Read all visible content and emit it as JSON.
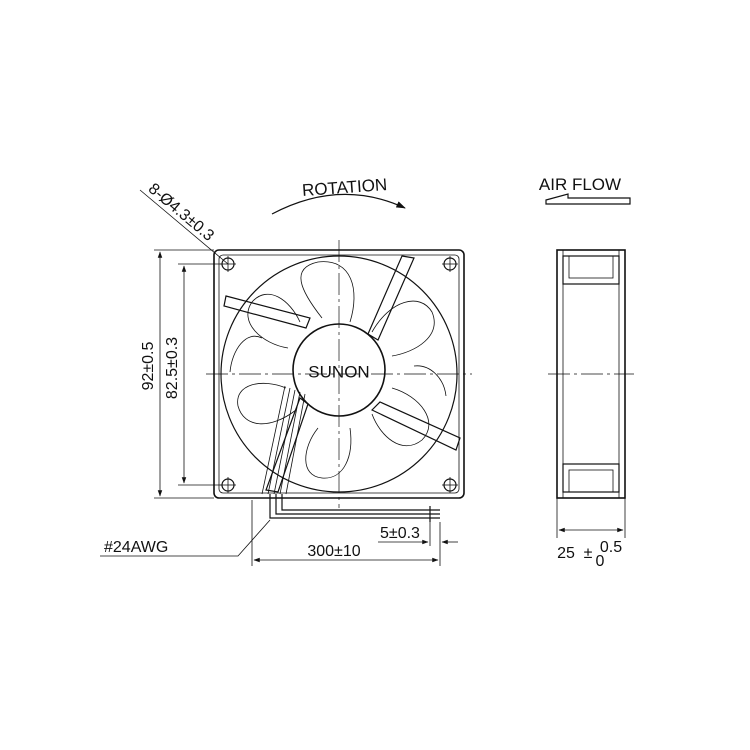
{
  "front_view": {
    "hole_spec": "8-Ø4.3±0.3",
    "rotation_label": "ROTATION",
    "brand_label": "SUNON",
    "dim_overall": "92±0.5",
    "dim_hole_pitch": "82.5±0.3",
    "wire_gauge": "#24AWG",
    "dim_lead_length": "300±10",
    "dim_strip_length": "5±0.3"
  },
  "side_view": {
    "airflow_label": "AIR FLOW",
    "dim_thickness_base": "25",
    "dim_thickness_pm": "±",
    "dim_thickness_upper": "0.5",
    "dim_thickness_lower": "0"
  },
  "colors": {
    "line": "#111111",
    "background": "#ffffff"
  }
}
